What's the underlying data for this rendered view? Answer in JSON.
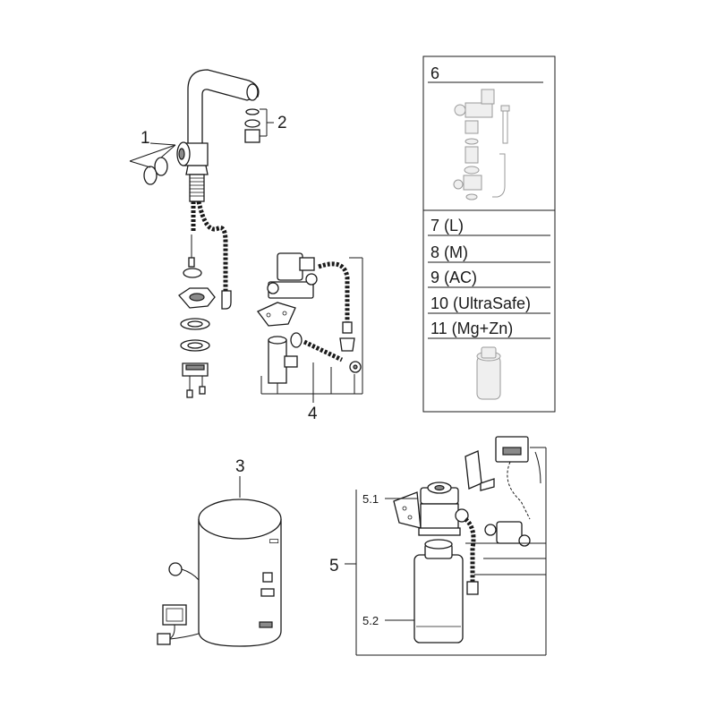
{
  "diagram": {
    "callouts": {
      "c1": "1",
      "c2": "2",
      "c3": "3",
      "c4": "4",
      "c5": "5",
      "c5_1": "5.1",
      "c5_2": "5.2",
      "c6": "6"
    },
    "panel": {
      "rows": [
        "7 (L)",
        "8 (M)",
        "9 (AC)",
        "10 (UltraSafe)",
        "11 (Mg+Zn)"
      ]
    }
  }
}
